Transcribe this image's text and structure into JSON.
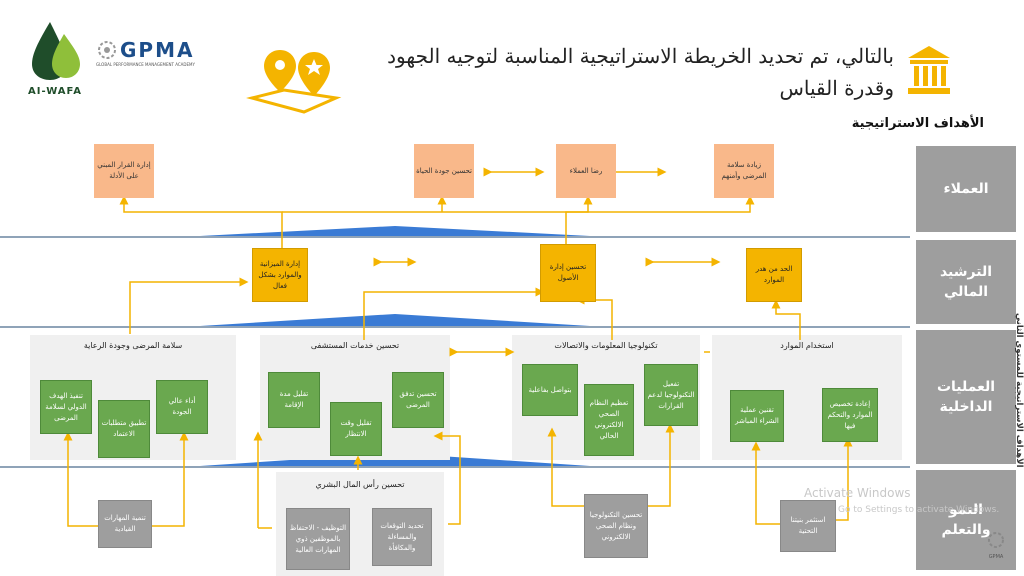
{
  "header": {
    "title": "بالتالي، تم تحديد الخريطة الاستراتيجية المناسبة لتوجيه الجهود وقدرة القياس",
    "subtitle": "الأهداف الاستراتيجية",
    "side_caption": "الأهداف الاستراتيجية للمستوى الثاني"
  },
  "logos": {
    "alwafa": "AI-WAFA",
    "gpma": "GPMA",
    "gpma_tagline": "GLOBAL PERFORMANCE MANAGEMENT ACADEMY",
    "corner": "GPMA"
  },
  "perspectives": {
    "customers": "العملاء",
    "financial_1": "الترشيد",
    "financial_2": "المالي",
    "internal_1": "العمليات",
    "internal_2": "الداخلية",
    "learning_1": "النمو",
    "learning_2": "والتعلم"
  },
  "customers": {
    "b1": "إدارة القرار المبني على الأدلة",
    "b2": "تحسين جودة الحياة",
    "b3": "رضا العملاء",
    "b4": "زيادة سلامة المرضى وأمنهم"
  },
  "financial": {
    "b1": "إدارة الميزانية والموارد بشكل فعال",
    "b2": "تحسين إدارة الأصول",
    "b3": "الحد من هدر الموارد"
  },
  "internal": {
    "p1_title": "سلامة المرضى وجودة الرعاية",
    "p1_b1": "تنفيذ الهدف الدولي لسلامة المرضى",
    "p1_b2": "تطبيق متطلبات الاعتماد",
    "p1_b3": "أداء عالي الجودة",
    "p2_title": "تحسين خدمات المستشفى",
    "p2_b1": "تقليل مدة الإقامة",
    "p2_b2": "تقليل وقت الانتظار",
    "p2_b3": "تحسين تدفق المرضى",
    "p3_title": "تكنولوجيا المعلومات والاتصالات",
    "p3_b1": "بتواصل بفاعلية",
    "p3_b2": "تعظيم النظام الصحي الالكتروني الحالي",
    "p3_b3": "تفعيل التكنولوجيا لدعم القرارات",
    "p4_title": "استخدام الموارد",
    "p4_b1": "تقنين عملية الشراء المباشر",
    "p4_b2": "إعادة تخصيص الموارد والتحكم فيها"
  },
  "learning": {
    "b1": "تنمية المهارات القيادية",
    "panel_title": "تحسين رأس المال البشري",
    "b2": "التوظيف - الاحتفاظ بالموظفين ذوي المهارات العالية",
    "b3": "تحديد التوقعات والمساءلة والمكافأة",
    "b4": "تحسين التكنولوجيا ونظام الصحي الالكتروني",
    "b5": "استثمر بنيتنا التحتية"
  },
  "watermark": {
    "line1": "Activate Windows",
    "line2": "Go to Settings to activate Windows."
  },
  "colors": {
    "peach": "#f9b88a",
    "gold": "#f4b400",
    "green": "#6aa84f",
    "grey": "#9e9e9e",
    "accent_blue": "#3a7bd5"
  }
}
